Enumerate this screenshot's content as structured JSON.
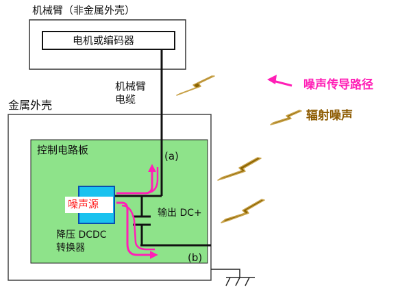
{
  "arm_housing_label": "机械臂（非金属外壳）",
  "motor_label": "电机或编码器",
  "arm_cable_label": [
    "机械臂",
    "电缆"
  ],
  "metal_housing_label": "金属外壳",
  "board_label": "控制电路板",
  "noise_source_label": "噪声源",
  "converter_label": [
    "降压 DCDC",
    "转换器"
  ],
  "output_label": "输出 DC+",
  "node_a_label": "(a)",
  "node_b_label": "(b)",
  "legend": [
    {
      "icon": "magenta-arrow-icon",
      "label": "噪声传导路径",
      "color": "#ff1fb6"
    },
    {
      "icon": "lightning-icon",
      "label": "辐射噪声",
      "color": "#7a5a00"
    }
  ],
  "colors": {
    "board_fill": "#8ee38a",
    "converter_fill": "#19c2ef",
    "converter_border": "#0a4fae",
    "noise_text": "#ff1f1f",
    "noise_path": "#ff1fb6",
    "lightning_fill": "#8c6400",
    "lightning_outline": "#c8a24a",
    "legend_noise_text": "#ff1fb6",
    "legend_radiation_text": "#8c5a00"
  }
}
